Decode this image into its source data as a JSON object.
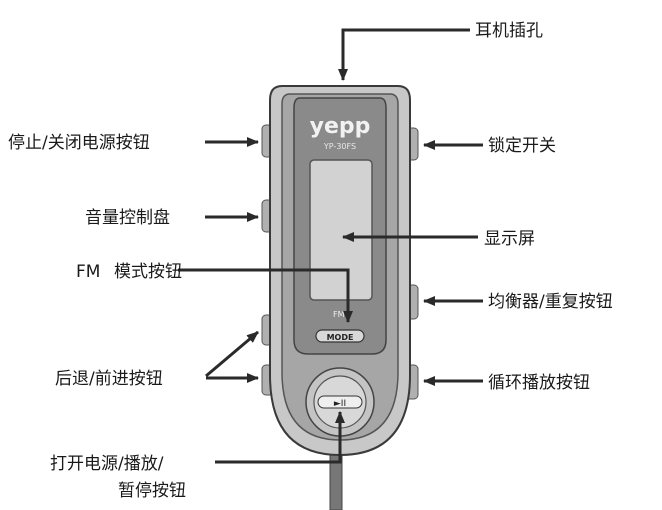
{
  "device": {
    "brand": "yepp",
    "model": "YP-30FS",
    "fm_mark": "FM",
    "mode_button": "MODE",
    "play_symbol": "►II"
  },
  "labels": {
    "earphone_jack": "耳机插孔",
    "stop_power": "停止/关闭电源按钮",
    "lock": "锁定开关",
    "volume": "音量控制盘",
    "display": "显示屏",
    "fm_prefix": "FM",
    "fm_mode": "模式按钮",
    "eq_repeat": "均衡器/重复按钮",
    "rewind_forward": "后退/前进按钮",
    "loop_play": "循环播放按钮",
    "power_play_line1": "打开电源/播放/",
    "power_play_line2": "暂停按钮"
  },
  "colors": {
    "body_outer": "#c8c8c8",
    "body_mid": "#9a9a9a",
    "face": "#8a8a8a",
    "screen": "#d2d2d2",
    "buttons": "#bdbdbd"
  }
}
